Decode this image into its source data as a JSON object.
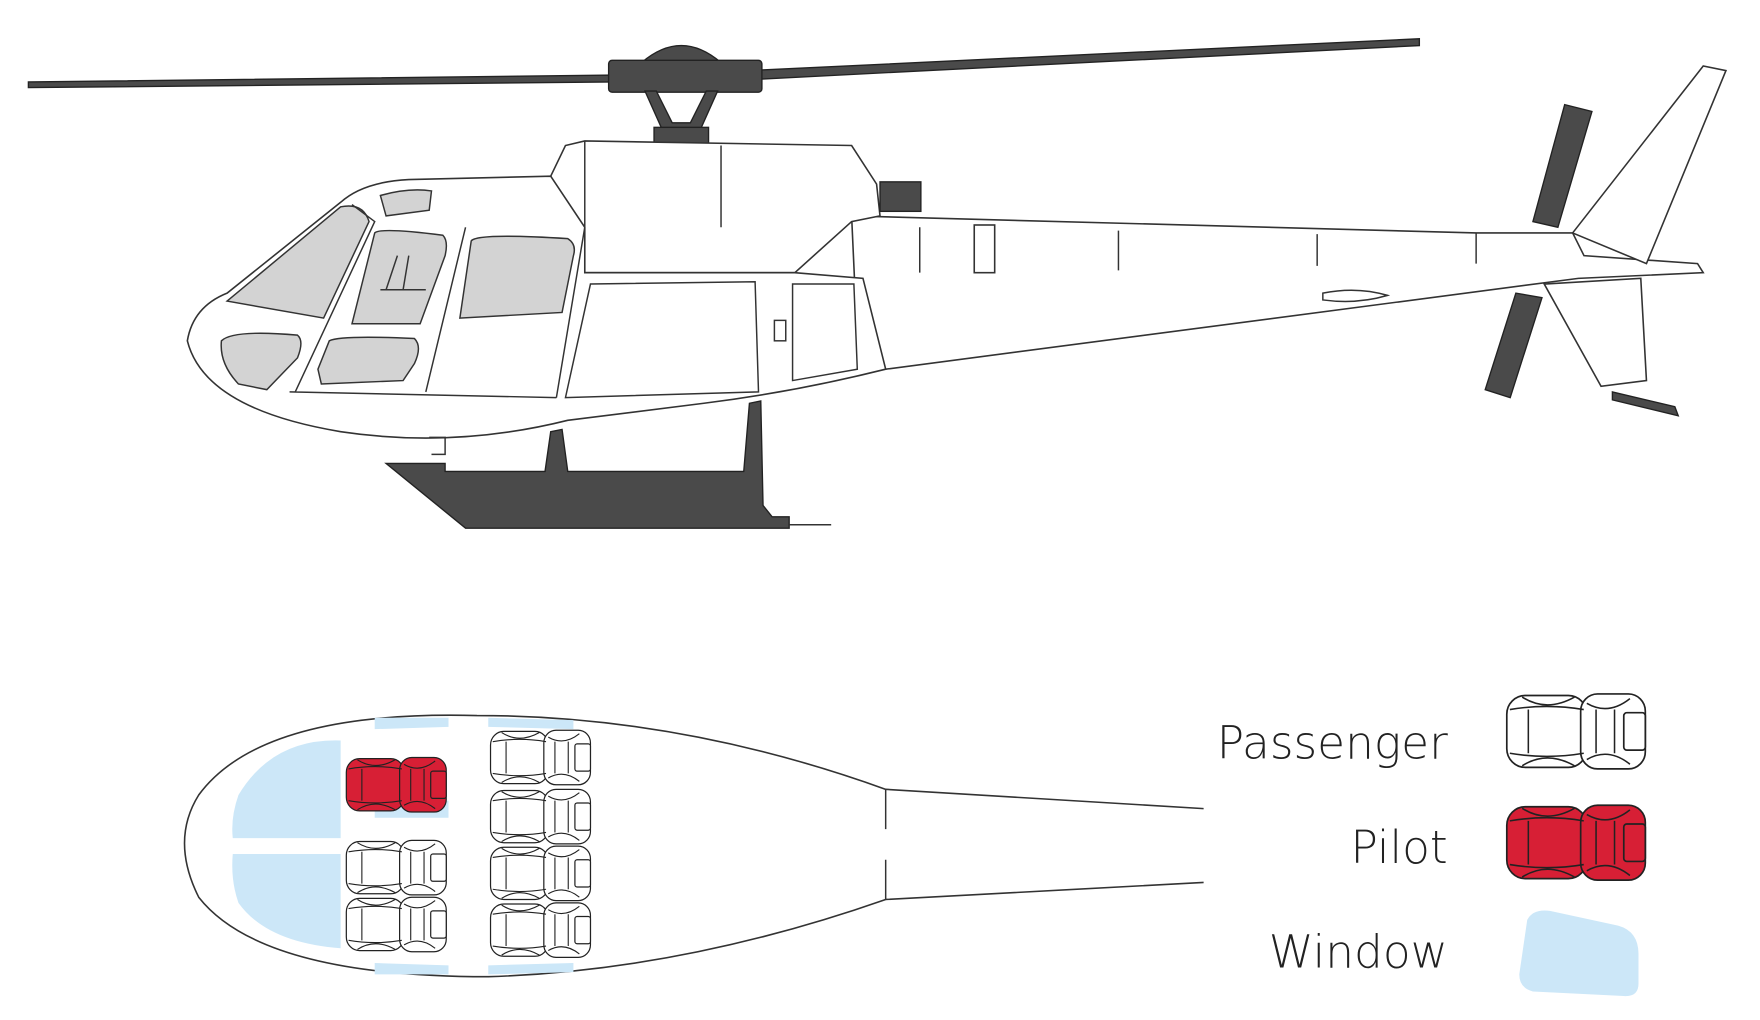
{
  "legend": {
    "passenger": "Passenger",
    "pilot": "Pilot",
    "window": "Window"
  },
  "colors": {
    "pilot_seat": "#d71f35",
    "passenger_seat": "#ffffff",
    "window": "#cce7f8",
    "rotor": "#4a4a4a",
    "side_window": "#d3d3d3"
  },
  "seating": {
    "pilot_seats": 1,
    "passenger_seats": 6
  }
}
